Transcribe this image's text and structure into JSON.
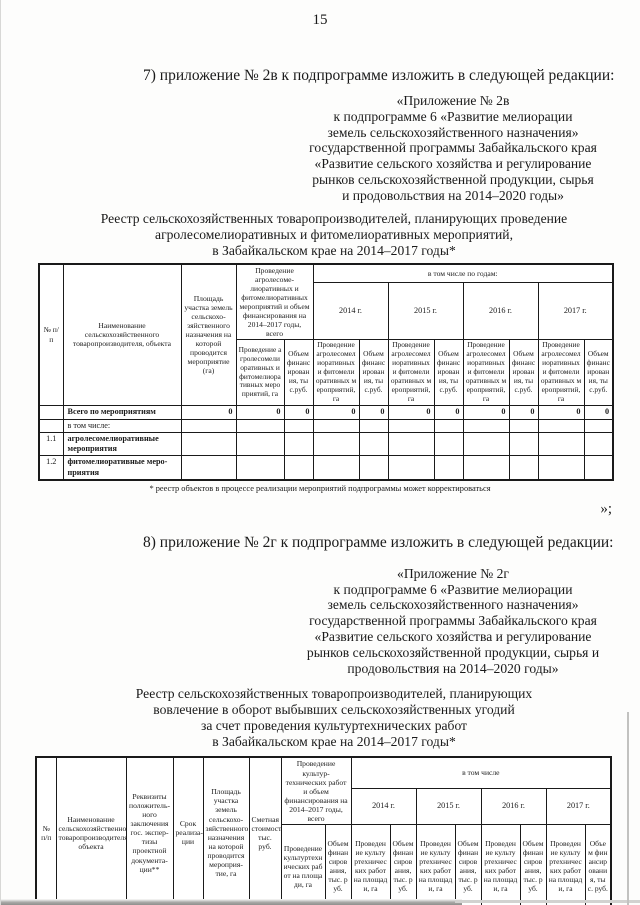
{
  "page_number": "15",
  "item7_text": "7) приложение № 2в к подпрограмме изложить в следующей редакции:",
  "annex2v": {
    "lines": [
      "«Приложение № 2в",
      "к подпрограмме 6 «Развитие мелиорации",
      "земель сельскохозяйственного назначения»",
      "государственной программы Забайкальского края",
      "«Развитие сельского хозяйства и регулирование",
      "рынков сельскохозяйственной продукции, сырья",
      "и продовольствия на 2014–2020 годы»"
    ]
  },
  "table1_title": {
    "lines": [
      "Реестр сельскохозяйственных товаропроизводителей, планирующих проведение",
      "агролесомелиоративных и фитомелиоративных мероприятий,",
      "в Забайкальском крае на 2014–2017 годы*"
    ]
  },
  "table1": {
    "header": {
      "num": "№ п/п",
      "name": "Наименование сельскохозяйственного товаропроизводителя, объекта",
      "area": "Площадь участка земель сельскохо­зяйственного назначения на которой проводится мероприятие (га)",
      "total_group": "Проведение агролесоме­лиоративных и фитоме­лиоративных мероприя­тий и объем финансиро­вания на 2014–2017 годы, всего",
      "years_group": "в том числе по годам:",
      "years": [
        "2014 г.",
        "2015 г.",
        "2016 г.",
        "2017 г."
      ],
      "sub_work": "Проведение агролесоме­лиоративных и фитомелио­ративных мероприятий, га",
      "sub_amount": "Объем финанси­рования, тыс.руб."
    },
    "rows": [
      {
        "num": "",
        "name": "Всего по мероприятиям",
        "values": [
          "0",
          "0",
          "0",
          "0",
          "0",
          "0",
          "0",
          "0",
          "0",
          "0",
          "0"
        ]
      },
      {
        "num": "",
        "name": "в том числе:",
        "values": [
          "",
          "",
          "",
          "",
          "",
          "",
          "",
          "",
          "",
          "",
          ""
        ]
      },
      {
        "num": "1.1",
        "name": "агролесомелиоративные мероприятия",
        "values": [
          "",
          "",
          "",
          "",
          "",
          "",
          "",
          "",
          "",
          "",
          ""
        ]
      },
      {
        "num": "1.2",
        "name": "фитомелиоративные меро­приятия",
        "values": [
          "",
          "",
          "",
          "",
          "",
          "",
          "",
          "",
          "",
          "",
          ""
        ]
      }
    ],
    "footnote": "* реестр объектов в процессе реализации мероприятий подпрограммы может корректироваться"
  },
  "closing_quote": "»;",
  "item8_text": "8) приложение № 2г к подпрограмме изложить в следующей редакции:",
  "annex2g": {
    "lines": [
      "«Приложение № 2г",
      "к подпрограмме 6 «Развитие мелиорации",
      "земель сельскохозяйственного назначения»",
      "государственной программы Забайкальского края",
      "«Развитие сельского хозяйства и регулирование",
      "рынков сельскохозяйственной продукции, сырья и",
      "продовольствия на 2014–2020 годы»"
    ]
  },
  "table2_title": {
    "lines": [
      "Реестр сельскохозяйственных товаропроизводителей, планирующих",
      "вовлечение в оборот выбывших сельскохозяйственных угодий",
      "за счет проведения культуртехнических работ",
      "в Забайкальском крае на 2014–2017 годы*"
    ]
  },
  "table2": {
    "header": {
      "num": "№ п/п",
      "name": "Наименование сельскохозяйственного товаропроизводителя, объекта",
      "requisites": "Реквизиты положитель­ного заключения гос. экспер­тизы проектной документа­ции**",
      "term": "Срок реализа­ции",
      "area": "Площадь участка земель сельскохо­зяйственного назначения на которой проводится мероприя­тие, га",
      "cost": "Сметная стоимость, тыс. руб.",
      "total_group": "Проведение культур­технических работ и объем финансирования на 2014–2017 годы, всего",
      "years_group": "в том числе",
      "years": [
        "2014 г.",
        "2015 г.",
        "2016 г.",
        "2017 г."
      ],
      "sub_work": "Проведе­ние культур­техниче­ских работ на площади, га",
      "sub_amount": "Объем финанси­рования, тыс. руб."
    }
  }
}
